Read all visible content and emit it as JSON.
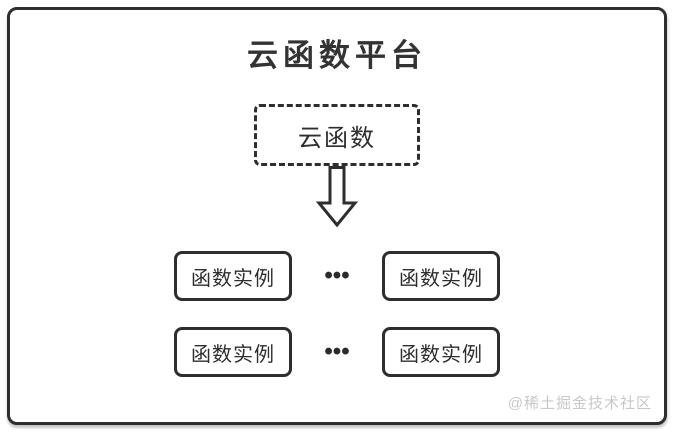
{
  "diagram": {
    "title": "云函数平台",
    "cloud_function": {
      "label": "云函数"
    },
    "arrow": {
      "direction": "down",
      "style": "hollow-block-arrow"
    },
    "instances": {
      "rows": [
        {
          "left": "函数实例",
          "dots": "•••",
          "right": "函数实例"
        },
        {
          "left": "函数实例",
          "dots": "•••",
          "right": "函数实例"
        }
      ]
    },
    "watermark": "@稀土掘金技术社区",
    "colors": {
      "line": "#2e2e2e",
      "title_text": "#333333",
      "background": "#ffffff",
      "watermark_text": "#c8c8c8"
    }
  }
}
